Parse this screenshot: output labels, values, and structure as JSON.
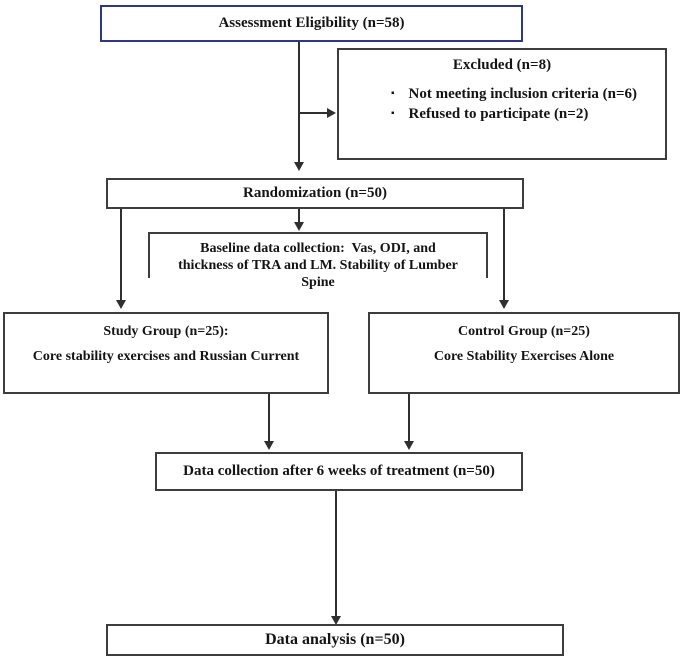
{
  "diagram": {
    "assessment": {
      "label": "Assessment Eligibility (n=58)"
    },
    "excluded": {
      "title": "Excluded (n=8)",
      "bullet": "▪",
      "items": [
        "Not meeting inclusion criteria (n=6)",
        "Refused to participate (n=2)"
      ]
    },
    "randomization": {
      "label": "Randomization (n=50)"
    },
    "baseline": {
      "lines": [
        "Baseline data collection:  Vas, ODI, and",
        "thickness of TRA and LM. Stability of Lumber",
        "Spine"
      ]
    },
    "study_group": {
      "title": "Study Group (n=25):",
      "subtitle": "Core stability exercises and Russian Current"
    },
    "control_group": {
      "title": "Control Group (n=25)",
      "subtitle": "Core Stability Exercises Alone"
    },
    "data_collection": {
      "label": "Data collection after 6 weeks of treatment (n=50)"
    },
    "data_analysis": {
      "label": "Data analysis (n=50)"
    },
    "colors": {
      "assessment_border": "#2d3782",
      "box_border": "#3d3d3d",
      "arrow": "#2f2f2f"
    }
  }
}
